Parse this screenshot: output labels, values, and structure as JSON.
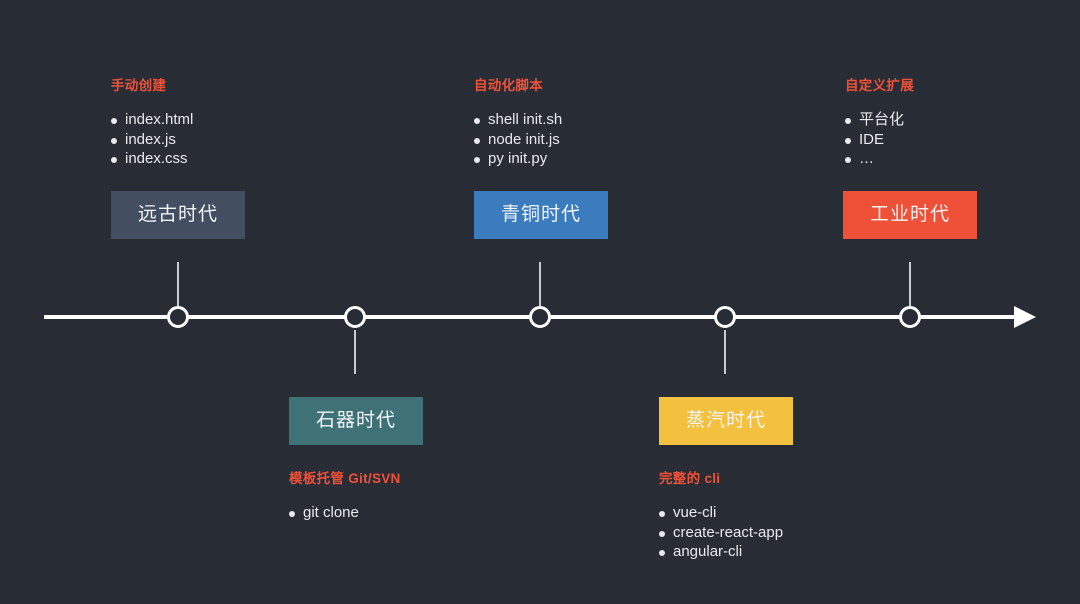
{
  "theme": {
    "background": "#272c35",
    "axis_color": "#ffffff",
    "heading_color": "#ef5138",
    "body_text_color": "#e8eaee"
  },
  "timeline": {
    "nodes_x": [
      178,
      355,
      540,
      725,
      910
    ],
    "arrow_icon": "arrow-right-icon"
  },
  "eras": [
    {
      "label": "远古时代",
      "color": "#434e61",
      "position": "above",
      "title": "手动创建",
      "items": [
        "index.html",
        "index.js",
        "index.css"
      ]
    },
    {
      "label": "石器时代",
      "color": "#3f7276",
      "position": "below",
      "title": "模板托管 Git/SVN",
      "items": [
        "git clone"
      ]
    },
    {
      "label": "青铜时代",
      "color": "#3b7cbf",
      "position": "above",
      "title": "自动化脚本",
      "items": [
        "shell init.sh",
        "node init.js",
        "py init.py"
      ]
    },
    {
      "label": "蒸汽时代",
      "color": "#f4c13e",
      "position": "below",
      "title": "完整的 cli",
      "items": [
        "vue-cli",
        "create-react-app",
        "angular-cli"
      ]
    },
    {
      "label": "工业时代",
      "color": "#ef5138",
      "position": "above",
      "title": "自定义扩展",
      "items": [
        "平台化",
        "IDE",
        "…"
      ]
    }
  ]
}
